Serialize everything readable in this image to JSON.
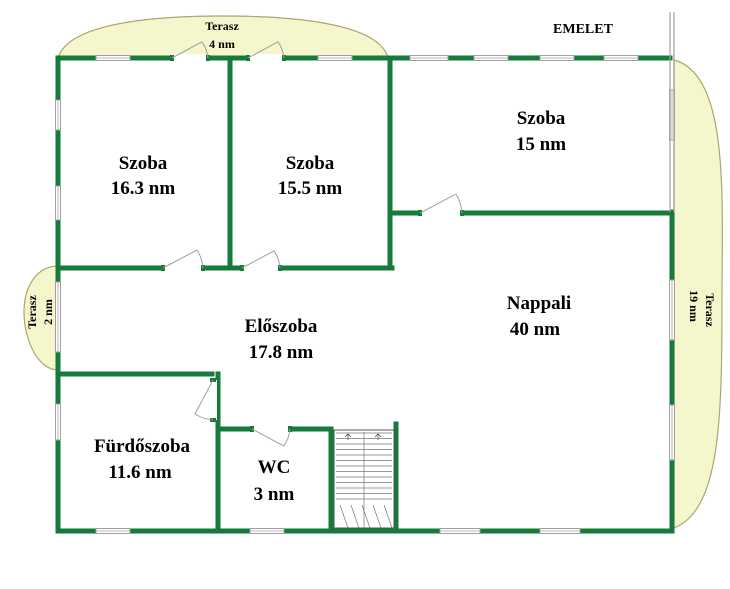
{
  "plan": {
    "title": "EMELET",
    "colors": {
      "wall": "#167a3a",
      "terrace_fill": "#f6f6cc",
      "terrace_stroke": "#a8a870",
      "window": "#a0a0a0",
      "door": "#a0a0a0"
    },
    "rooms": [
      {
        "id": "room-szoba-1",
        "name": "Szoba",
        "area": "16.3 nm"
      },
      {
        "id": "room-szoba-2",
        "name": "Szoba",
        "area": "15.5 nm"
      },
      {
        "id": "room-szoba-3",
        "name": "Szoba",
        "area": "15 nm"
      },
      {
        "id": "room-nappali",
        "name": "Nappali",
        "area": "40 nm"
      },
      {
        "id": "room-eloszoba",
        "name": "Előszoba",
        "area": "17.8 nm"
      },
      {
        "id": "room-furdoszoba",
        "name": "Fürdőszoba",
        "area": "11.6 nm"
      },
      {
        "id": "room-wc",
        "name": "WC",
        "area": "3 nm"
      }
    ],
    "terraces": [
      {
        "id": "terrace-top",
        "name": "Terasz",
        "area": "4 nm"
      },
      {
        "id": "terrace-left",
        "name": "Terasz",
        "area": "2 nm"
      },
      {
        "id": "terrace-right",
        "name": "Terasz",
        "area": "19 nm"
      }
    ]
  }
}
